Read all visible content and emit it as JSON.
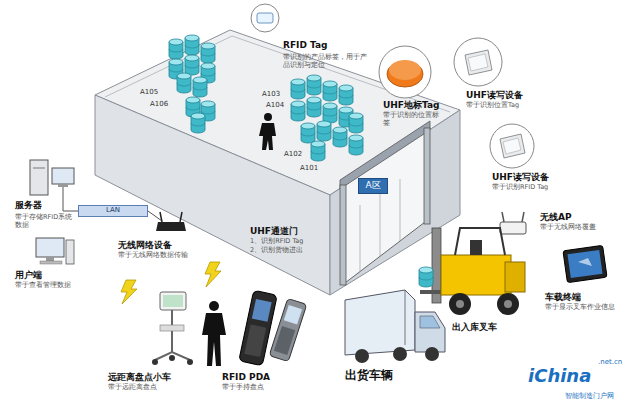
{
  "diagram": {
    "nodes": [
      {
        "text": [
          "LAN"
        ]
      },
      {
        "text": [
          "A区"
        ]
      }
    ],
    "labels": [
      "RFID Tag",
      "带识别的产品标签，用于产品识别与定位",
      "UHF地标Tag",
      "带于识别的位置标签",
      "UHF读写设备",
      "带于识别位置Tag",
      "UHF读写设备",
      "带于识别RFID Tag",
      "UHF通道门",
      "1、识别RFID Tag",
      "2、识别货物进出",
      "无线AP",
      "带于无线网络覆盖",
      "车载终端",
      "带于显示叉车作业信息",
      "出入库叉车",
      "出货车辆",
      "服务器",
      "带于存储RFID系统数据",
      "无线网络设备",
      "带于无线网络数据传输",
      "用户端",
      "带于查看管理数据",
      "远距离盘点小车",
      "带于远距离盘点",
      "RFID PDA",
      "带于手持盘点",
      "A105",
      "A106",
      "A103",
      "A104",
      "A102",
      "A101",
      "iChina",
      ".net.cn",
      "智能制造门户网"
    ]
  }
}
